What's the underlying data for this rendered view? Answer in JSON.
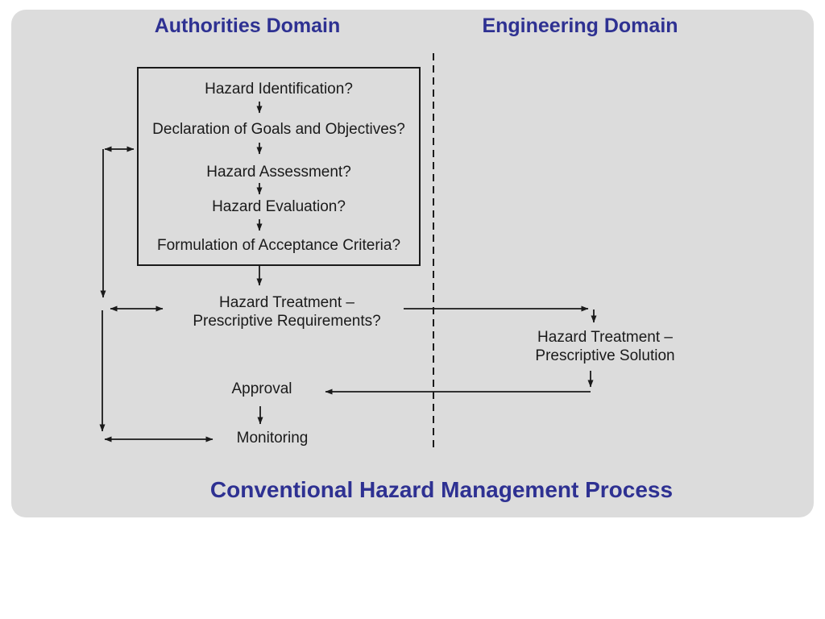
{
  "slide": {
    "headers": {
      "left": "Authorities Domain",
      "right": "Engineering Domain"
    },
    "title": "Conventional Hazard Management Process",
    "colors": {
      "accent": "#2e3192",
      "slide_background": "#dcdcdc",
      "page_background": "#ffffff",
      "line": "#1a1a1a"
    }
  },
  "flow": {
    "box_steps": [
      "Hazard Identification?",
      "Declaration of Goals and Objectives?",
      "Hazard Assessment?",
      "Hazard Evaluation?",
      "Formulation of Acceptance Criteria?"
    ],
    "treatment_requirements": {
      "line1": "Hazard Treatment –",
      "line2": "Prescriptive Requirements?"
    },
    "treatment_solution": {
      "line1": "Hazard Treatment –",
      "line2": "Prescriptive Solution"
    },
    "approval": "Approval",
    "monitoring": "Monitoring"
  }
}
